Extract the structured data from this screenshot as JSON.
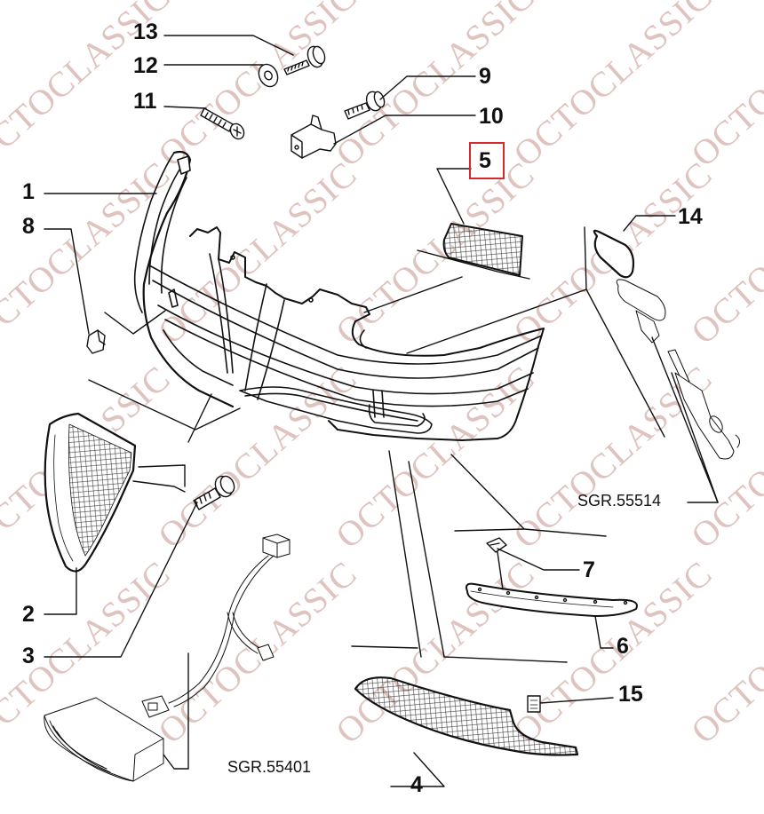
{
  "diagram": {
    "type": "exploded-parts-view",
    "subject": "Front bumper assembly",
    "watermark": {
      "text": "OCTOCLASSIC",
      "color": "#d9b9b4"
    },
    "highlight_color": "#d9272e",
    "highlighted_part": "5"
  },
  "callouts": {
    "c1": {
      "label": "1",
      "part": "front-bumper-shell"
    },
    "c2": {
      "label": "2",
      "part": "side-grille-left"
    },
    "c3": {
      "label": "3",
      "part": "screw"
    },
    "c4": {
      "label": "4",
      "part": "lower-grille"
    },
    "c5": {
      "label": "5",
      "part": "upper-grille-insert"
    },
    "c6": {
      "label": "6",
      "part": "lower-spoiler-strip"
    },
    "c7": {
      "label": "7",
      "part": "clip"
    },
    "c8": {
      "label": "8",
      "part": "tow-hook-cover"
    },
    "c9": {
      "label": "9",
      "part": "bolt"
    },
    "c10": {
      "label": "10",
      "part": "bracket-clip"
    },
    "c11": {
      "label": "11",
      "part": "screw"
    },
    "c12": {
      "label": "12",
      "part": "washer"
    },
    "c13": {
      "label": "13",
      "part": "bolt"
    },
    "c14": {
      "label": "14",
      "part": "headlamp-washer-cover"
    },
    "c15": {
      "label": "15",
      "part": "label-plate"
    }
  },
  "references": {
    "r1": {
      "label": "SGR.55514",
      "part": "headlamp-washer-assembly"
    },
    "r2": {
      "label": "SGR.55401",
      "part": "fog-lamp-and-wiring"
    }
  }
}
